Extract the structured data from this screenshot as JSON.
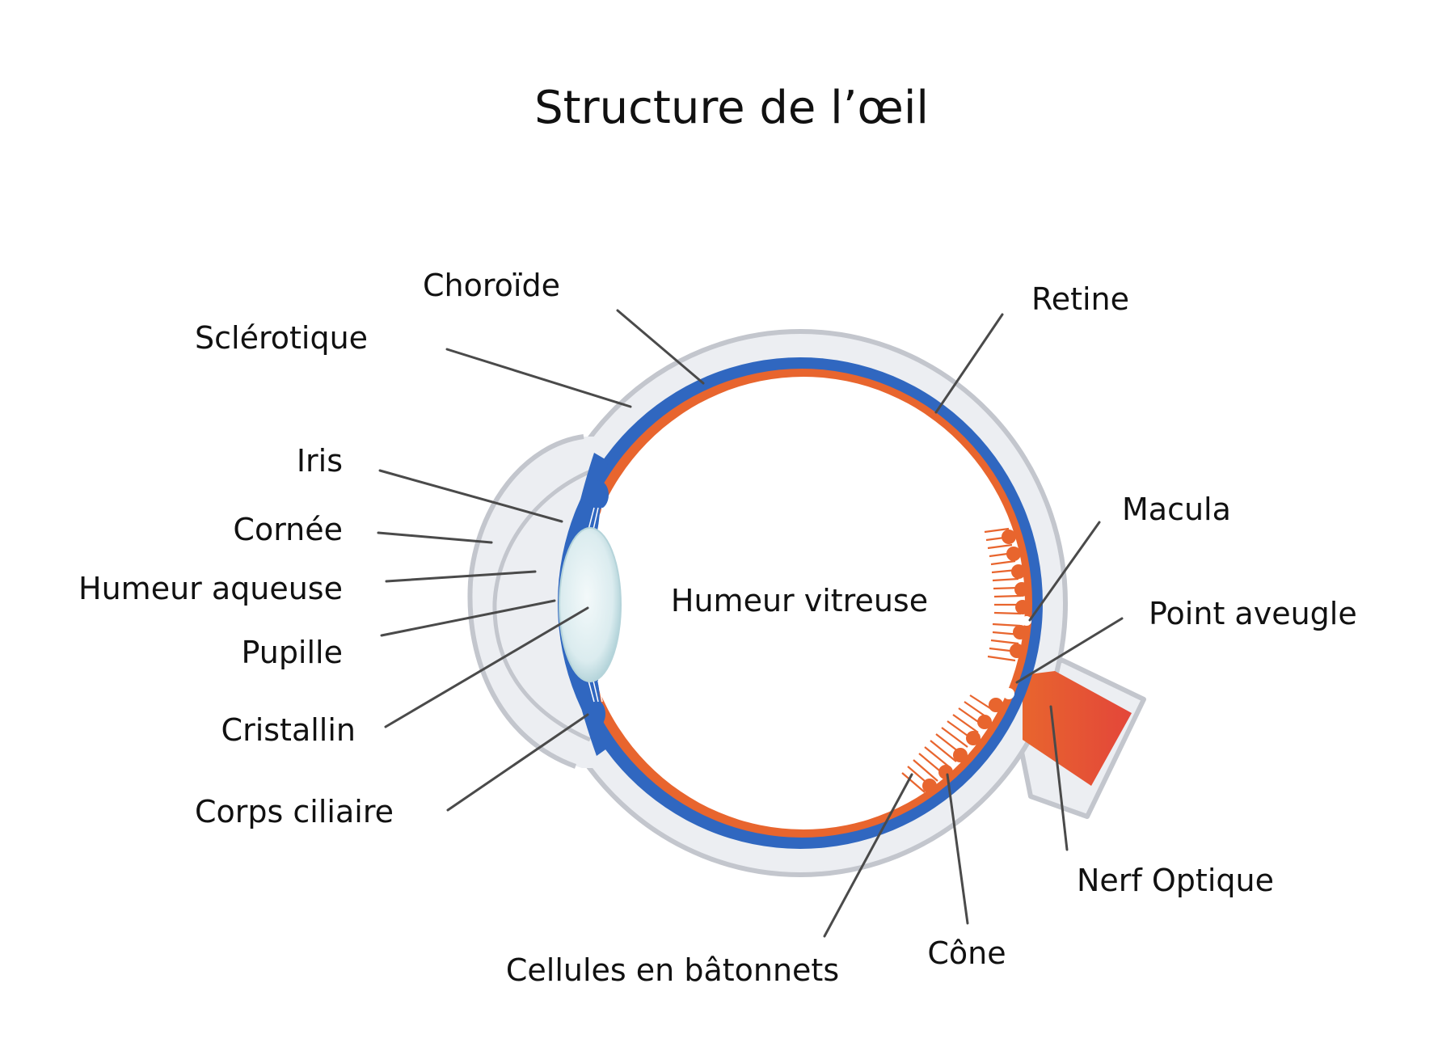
{
  "title": "Structure de l’œil",
  "colors": {
    "sclera_fill": "#eceef2",
    "sclera_stroke": "#c3c6cd",
    "choroid": "#3067c0",
    "retina": "#e8652e",
    "optic_nerve_end": "#e3463a",
    "lens": "#d9ecef",
    "leader": "#4a4a4a",
    "text": "#111111"
  },
  "center_label": "Humeur vitreuse",
  "labels": {
    "choroide": "Choroïde",
    "sclerotique": "Sclérotique",
    "iris": "Iris",
    "cornee": "Cornée",
    "humeur_aqueuse": "Humeur aqueuse",
    "pupille": "Pupille",
    "cristallin": "Cristallin",
    "corps_ciliaire": "Corps ciliaire",
    "retine": "Retine",
    "macula": "Macula",
    "point_aveugle": "Point aveugle",
    "nerf_optique": "Nerf Optique",
    "cone": "Cône",
    "batonnets": "Cellules en bâtonnets"
  }
}
